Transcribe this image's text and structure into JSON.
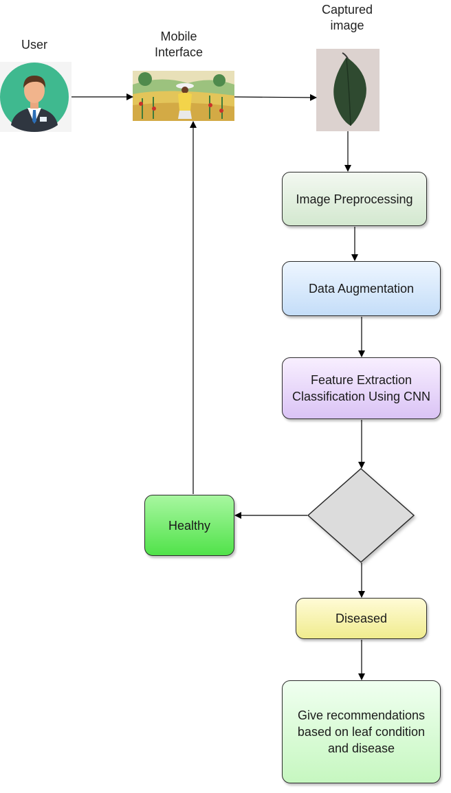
{
  "labels": {
    "user": "User",
    "mobile_interface": "Mobile\nInterface",
    "captured_image": "Captured\nimage"
  },
  "steps": {
    "preprocessing": "Image Preprocessing",
    "augmentation": "Data Augmentation",
    "feature_extraction": "Feature Extraction\nClassification Using CNN",
    "healthy": "Healthy",
    "diseased": "Diseased",
    "recommendations": "Give recommendations\nbased on leaf condition\nand disease"
  },
  "icons": {
    "user": "user-avatar-icon",
    "mobile": "farmer-illustration-icon",
    "leaf": "leaf-photo-icon"
  },
  "colors": {
    "preprocessing": "#d3e8cf",
    "augmentation": "#c4ddf8",
    "feature_extraction": "#dac3f5",
    "decision": "#dcdcdc",
    "healthy": "#51e24a",
    "diseased": "#f0ec8e",
    "recommendations": "#c6f7c0"
  }
}
